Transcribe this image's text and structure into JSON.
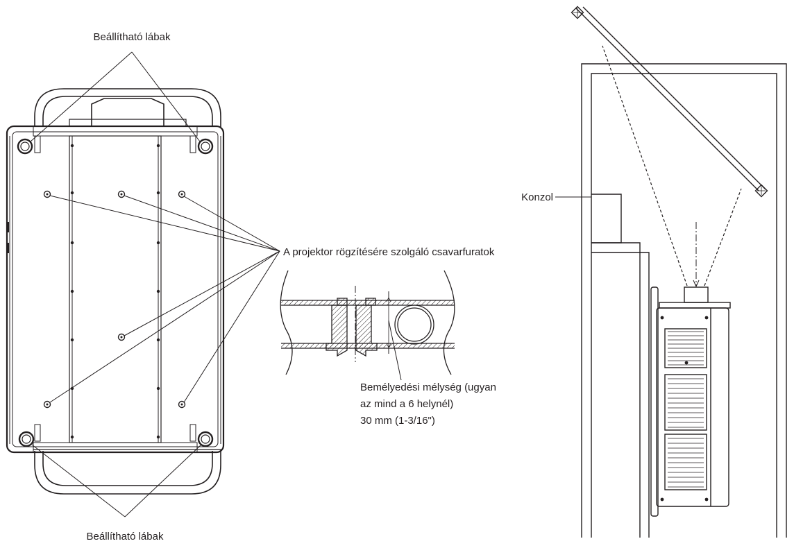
{
  "labels": {
    "feet_top": "Beállítható lábak",
    "feet_bottom": "Beállítható lábak",
    "screw_holes": "A projektor rögzítésére szolgáló csavarfuratok",
    "depth_line1": "Bemélyedési mélység (ugyan",
    "depth_line2": "az mind a 6 helynél)",
    "depth_line3": "30 mm (1-3/16\")",
    "bracket": "Konzol"
  },
  "colors": {
    "line": "#231f20",
    "background": "#ffffff"
  }
}
